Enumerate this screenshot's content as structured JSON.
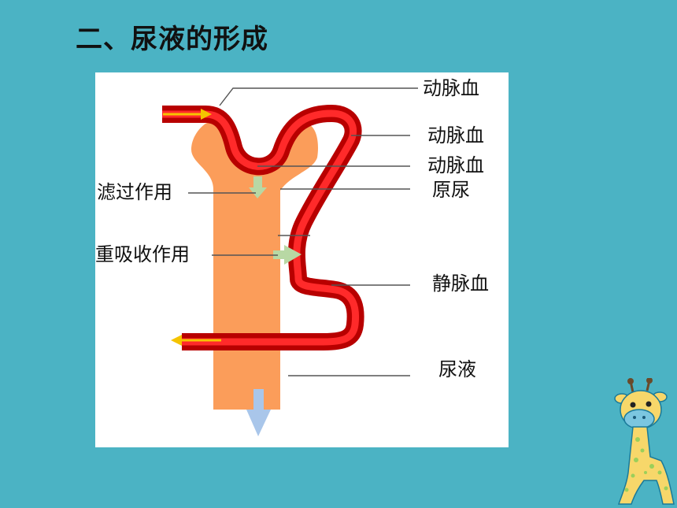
{
  "title": "二、尿液的形成",
  "diagram": {
    "labels": {
      "artery_in": "动脉血",
      "artery_glomerulus": "动脉血",
      "artery_out": "动脉血",
      "primary_urine": "原尿",
      "filtration": "滤过作用",
      "reabsorption": "重吸收作用",
      "venous": "静脉血",
      "urine": "尿液"
    },
    "colors": {
      "background": "#4bb3c4",
      "tubule": "#fb9d5a",
      "vessel_outer": "#b80000",
      "vessel_inner": "#ff2222",
      "arrow_blood": "#f5c400",
      "arrow_filter": "#b8d8a4",
      "arrow_urine": "#a9c6ea"
    }
  },
  "decoration": {
    "icon": "giraffe-icon"
  }
}
